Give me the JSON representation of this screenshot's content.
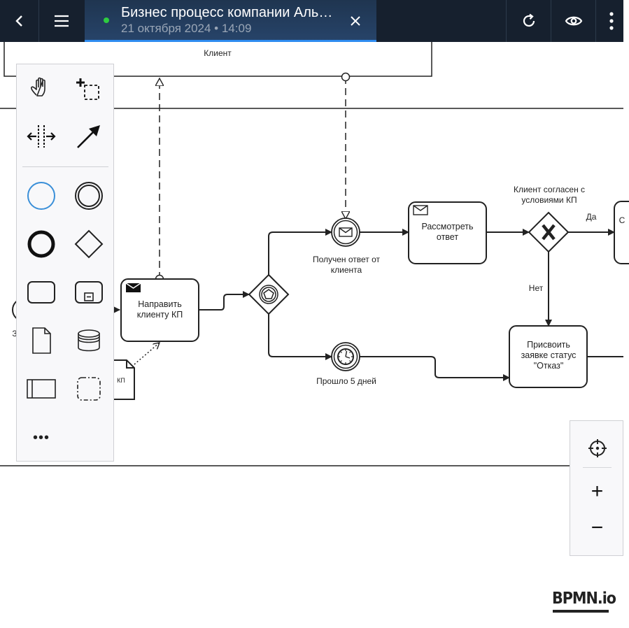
{
  "header": {
    "back_icon": "chevron-left-icon",
    "menu_icon": "hamburger-icon",
    "document_title": "Бизнес процесс компании Аль…",
    "document_date": "21 октября 2024 • 14:09",
    "status_color": "#2ecc40",
    "close_icon": "close-icon",
    "refresh_icon": "refresh-icon",
    "preview_icon": "eye-icon",
    "more_icon": "more-vertical-icon"
  },
  "diagram": {
    "pool_client_label": "Клиент",
    "tasks": {
      "send_offer": "Направить клиенту КП",
      "review_answer": "Рассмотреть ответ",
      "assign_reject": "Присвоить заявке статус \"Отказ\""
    },
    "events": {
      "answer_received": "Получен ответ от клиента",
      "five_days_passed": "Прошло 5 дней",
      "start_partial": "З"
    },
    "gateway_label": "Клиент согласен с условиями КП",
    "flow_yes": "Да",
    "flow_no": "Нет",
    "data_object_label": "КП",
    "partial_task_letter": "С"
  },
  "palette": {
    "tools": [
      "hand-tool",
      "lasso-tool",
      "space-tool",
      "connect-tool"
    ],
    "shapes": [
      "start-event",
      "intermediate-event",
      "end-event",
      "gateway",
      "task",
      "subprocess",
      "data-object",
      "data-store",
      "pool",
      "group"
    ],
    "more_label": "•••"
  },
  "zoom": {
    "reset_icon": "crosshair-icon",
    "zoom_in_label": "+",
    "zoom_out_label": "−"
  },
  "brand": "BPMN.io",
  "colors": {
    "header_bg": "#16202e",
    "tab_accent": "#2f8cf0",
    "start_event_stroke": "#3a8fd8"
  }
}
